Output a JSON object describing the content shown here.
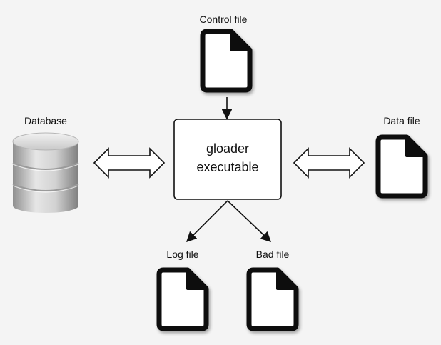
{
  "nodes": {
    "control_file": {
      "label": "Control file",
      "icon": "document-icon"
    },
    "database": {
      "label": "Database",
      "icon": "database-icon"
    },
    "executable": {
      "line1": "gloader",
      "line2": "executable"
    },
    "data_file": {
      "label": "Data file",
      "icon": "document-icon"
    },
    "log_file": {
      "label": "Log file",
      "icon": "document-icon"
    },
    "bad_file": {
      "label": "Bad file",
      "icon": "document-icon"
    }
  },
  "colors": {
    "background": "#f4f4f4",
    "stroke": "#111111",
    "box_fill": "#ffffff",
    "cylinder_light": "#e2e2e2",
    "cylinder_dark": "#8a8a8a"
  }
}
